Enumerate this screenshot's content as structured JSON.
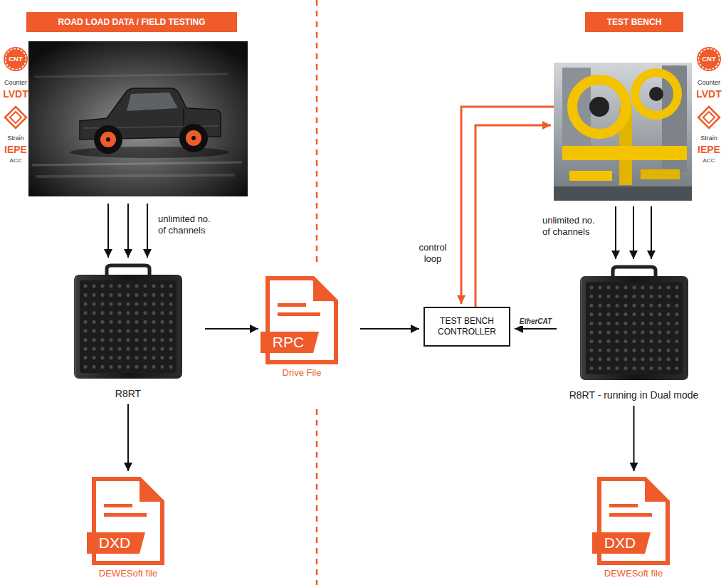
{
  "diagram": {
    "nodes": [
      {
        "text": [
          "ROAD LOAD DATA / FIELD TESTING"
        ]
      },
      {
        "text": [
          "TEST BENCH"
        ]
      },
      {
        "text": [
          "CNT"
        ]
      },
      {
        "text": [
          "CNT"
        ]
      },
      {
        "text": [
          "R8RT"
        ]
      },
      {
        "text": [
          "RPC",
          "Drive File"
        ]
      },
      {
        "text": [
          "TEST BENCH CONTROLLER"
        ]
      },
      {
        "text": [
          "R8RT - running in Dual mode"
        ]
      },
      {
        "text": [
          "DXD",
          "DEWESoft file"
        ]
      },
      {
        "text": [
          "DXD",
          "DEWESoft file"
        ]
      }
    ],
    "edges": [
      {
        "from": 4,
        "to": 5,
        "arrow": "to"
      },
      {
        "from": 5,
        "to": 6,
        "arrow": "to"
      },
      {
        "from": 7,
        "to": 6,
        "label": "EtherCAT",
        "arrow": "to"
      },
      {
        "from": 4,
        "to": 8,
        "arrow": "to"
      },
      {
        "from": 7,
        "to": 9,
        "arrow": "to"
      }
    ],
    "labels": [
      "Counter",
      "LVDT",
      "Strain",
      "IEPE",
      "ACC",
      "unlimited no. of channels",
      "control loop",
      "unlimited no. of channels",
      "Counter",
      "LVDT",
      "Strain",
      "IEPE",
      "ACC"
    ]
  }
}
